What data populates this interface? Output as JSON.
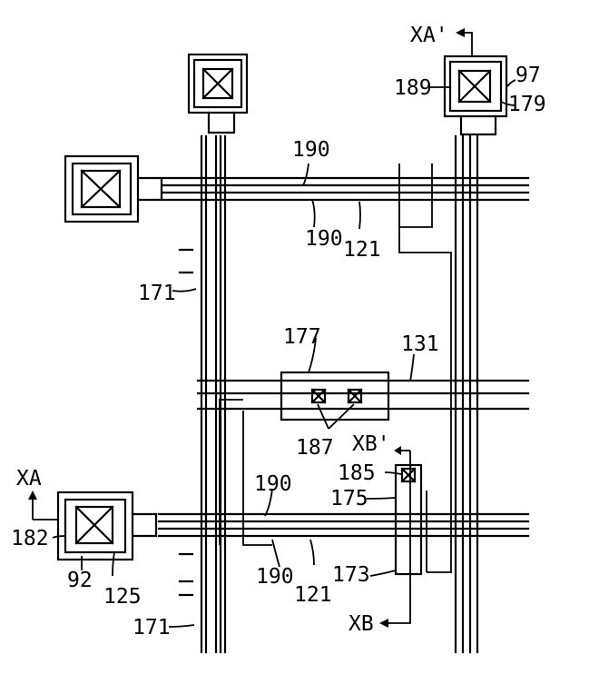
{
  "labels": {
    "xa_prime": "XA'",
    "n97": "97",
    "n189": "189",
    "n179": "179",
    "n190_top": "190",
    "n190_top2": "190",
    "n121_top": "121",
    "n171_top": "171",
    "n177": "177",
    "n131": "131",
    "n187": "187",
    "xb_prime": "XB'",
    "n185": "185",
    "n175": "175",
    "xa": "XA",
    "n190_bot": "190",
    "n182": "182",
    "n173": "173",
    "n92": "92",
    "n125": "125",
    "n190_bot2": "190",
    "n121_bot": "121",
    "n171_bot": "171",
    "xb": "XB"
  },
  "icons": [
    "contact-hole-cross-icon"
  ]
}
